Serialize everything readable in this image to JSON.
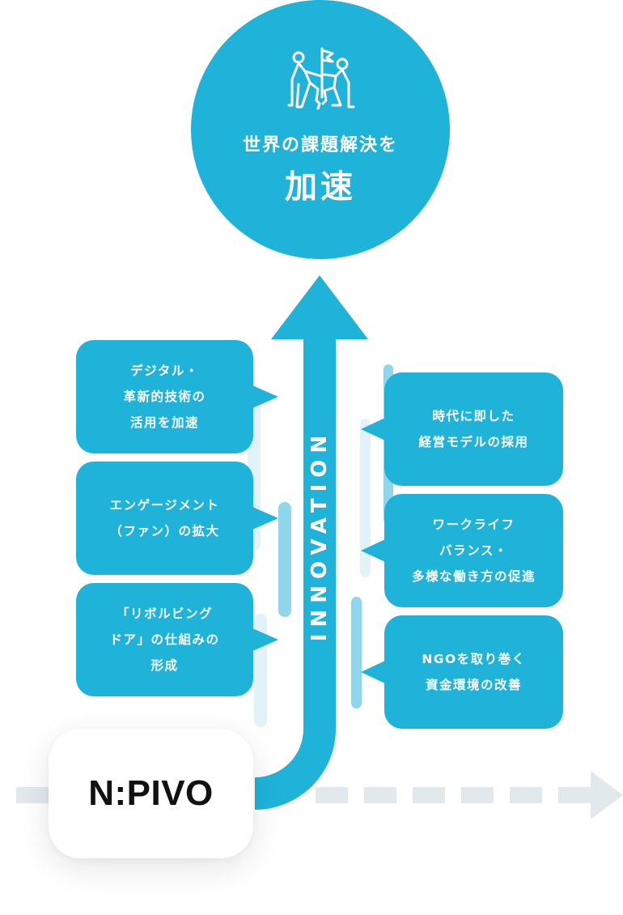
{
  "goal": {
    "icon": "people-with-flag-icon",
    "subtitle": "世界の課題解決を",
    "title": "加速"
  },
  "innovation": {
    "label": "INNOVATION",
    "icon": "arrow-up-icon"
  },
  "left_items": [
    {
      "text": "デジタル・\n革新的技術の\n活用を加速"
    },
    {
      "text": "エンゲージメント\n（ファン）の拡大"
    },
    {
      "text": "「リボルビング\nドア」の仕組みの\n形成"
    }
  ],
  "right_items": [
    {
      "text": "時代に即した\n経営モデルの採用"
    },
    {
      "text": "ワークライフ\nバランス・\n多様な働き方の促進"
    },
    {
      "text": "NGOを取り巻く\n資金環境の改善"
    }
  ],
  "origin": {
    "logo": "N:PIVO"
  },
  "timeline": {
    "icon": "arrow-right-icon"
  },
  "colors": {
    "primary": "#1fb3d9",
    "bar_pale": "#e1f3f8",
    "bar_mid": "#8fd6ea",
    "timeline": "#e1e9ed"
  }
}
